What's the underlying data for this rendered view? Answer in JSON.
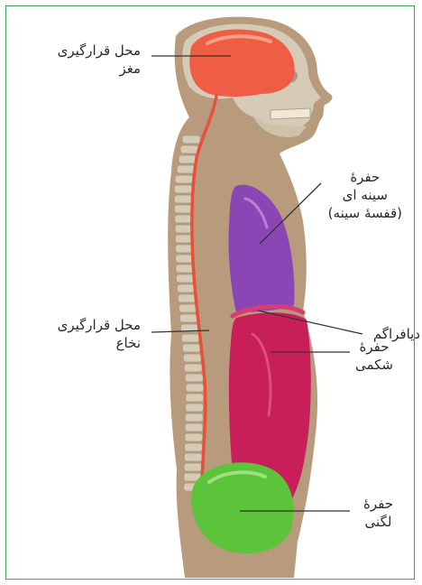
{
  "labels": {
    "brain_location": [
      "محل قرارگیری",
      "مغز"
    ],
    "thoracic_cavity": [
      "حفرهٔ",
      "سینه ای",
      "(قفسهٔ سینه)"
    ],
    "diaphragm": [
      "دیافراگم"
    ],
    "spinal_cord_location": [
      "محل قرارگیری",
      "نخاع"
    ],
    "abdominal_cavity": [
      "حفرهٔ",
      "شکمی"
    ],
    "pelvic_cavity": [
      "حفرهٔ",
      "لگنی"
    ]
  },
  "colors": {
    "frame": "#3aa84c",
    "body": "#b89a7c",
    "bone": "#d6cbb6",
    "brain": "#ef5d45",
    "spinal_cord": "#e8503a",
    "thoracic_cavity": "#8a46b4",
    "abdominal_cavity": "#c81e5a",
    "pelvic_cavity": "#5cc43a",
    "diaphragm": "#d83c72",
    "leader_line": "#333333"
  }
}
